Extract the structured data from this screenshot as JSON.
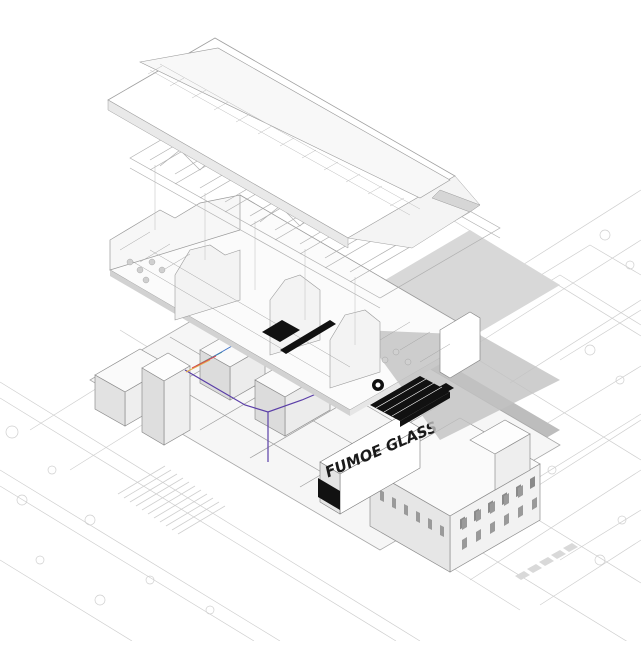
{
  "diagram": {
    "type": "exploded-axonometric-architecture",
    "signage": {
      "text": "FUMOE GLASS",
      "color": "#1a1a1a",
      "background": "#ffffff"
    },
    "colors": {
      "linework": "#b5b5b5",
      "linework_dark": "#6e6e6e",
      "shadow": "#b9b9b9",
      "shadow_light": "#d4d4d4",
      "accent_black": "#111111",
      "route_purple": "#5b3fa8",
      "route_multicolor": [
        "#d94f4f",
        "#e8b04a",
        "#4aa35c",
        "#3f73c8"
      ]
    },
    "layers": [
      {
        "name": "roof"
      },
      {
        "name": "roof-truss"
      },
      {
        "name": "upper-floor-interior"
      },
      {
        "name": "ground-floor-plan"
      },
      {
        "name": "site-context"
      }
    ]
  }
}
